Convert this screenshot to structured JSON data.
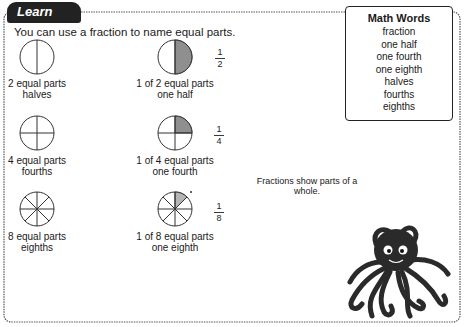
{
  "diagram": {
    "nodes": [
      {
        "text": [
          "Learn"
        ]
      },
      {
        "text": [
          "Math Words",
          "fraction",
          "one half",
          "one fourth",
          "one eighth",
          "halves",
          "fourths",
          "eighths"
        ]
      }
    ],
    "labels": [
      "You can use a fraction to name equal parts.",
      "2 equal parts",
      "halves",
      "1 of 2 equal parts",
      "one half",
      "1",
      "2",
      "4 equal parts",
      "fourths",
      "1 of 4 equal parts",
      "one fourth",
      "1",
      "4",
      "8 equal parts",
      "eighths",
      "1 of 8 equal parts",
      "one eighth",
      "1",
      "8",
      "Fractions show parts of a whole."
    ]
  }
}
